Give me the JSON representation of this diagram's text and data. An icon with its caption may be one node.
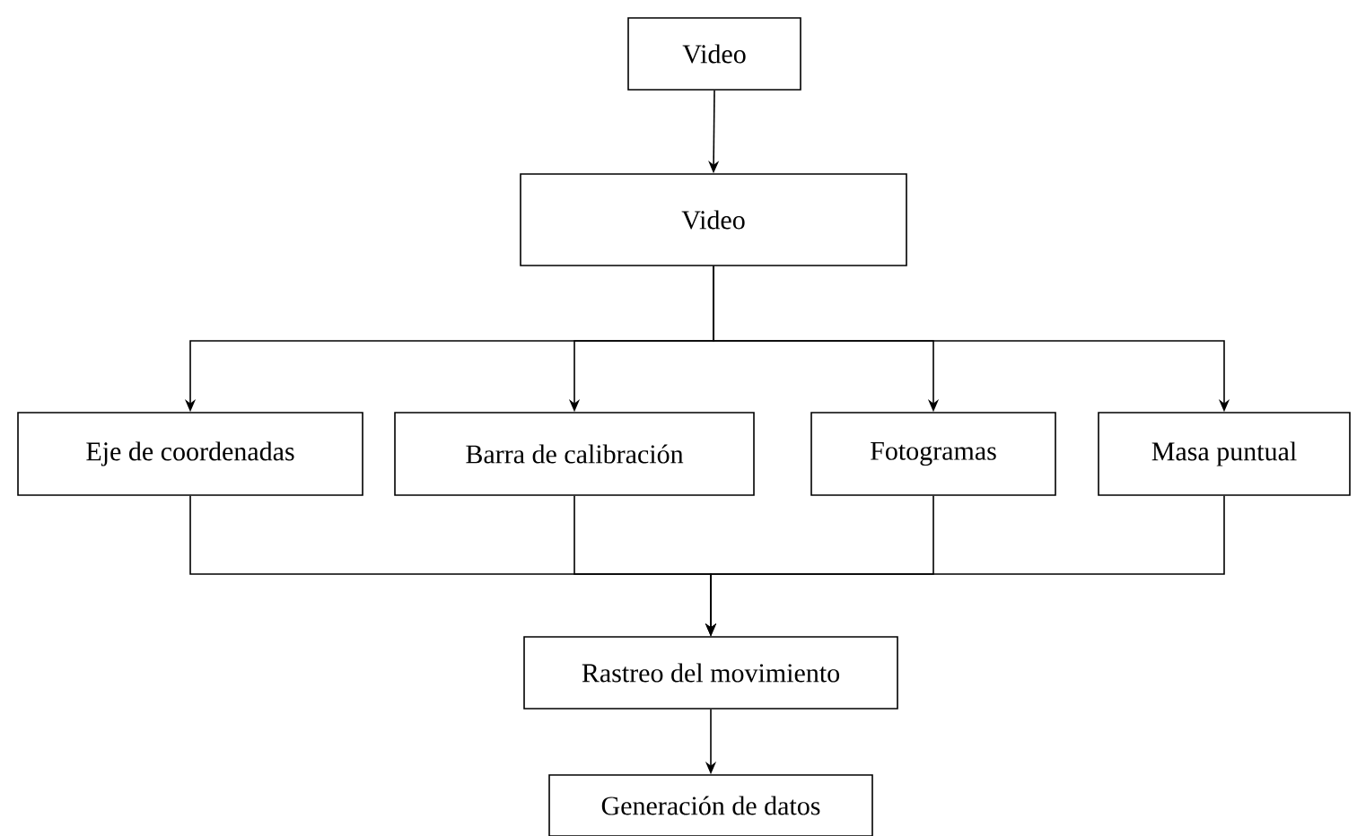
{
  "diagram": {
    "nodes": [
      {
        "text": [
          "Video"
        ]
      },
      {
        "text": [
          "Video"
        ]
      },
      {
        "text": [
          "Eje de coordenadas"
        ]
      },
      {
        "text": [
          "Barra de calibración"
        ]
      },
      {
        "text": [
          "Fotogramas"
        ]
      },
      {
        "text": [
          "Masa puntual"
        ]
      },
      {
        "text": [
          "Rastreo del movimiento"
        ]
      },
      {
        "text": [
          "Generación de datos"
        ]
      }
    ],
    "edges": [
      {
        "from": 0,
        "to": 1,
        "arrow": "to"
      },
      {
        "from": 1,
        "to": 2,
        "arrow": "to"
      },
      {
        "from": 1,
        "to": 3,
        "arrow": "to"
      },
      {
        "from": 1,
        "to": 4,
        "arrow": "to"
      },
      {
        "from": 1,
        "to": 5,
        "arrow": "to"
      },
      {
        "from": 2,
        "to": 6,
        "arrow": "to"
      },
      {
        "from": 3,
        "to": 6,
        "arrow": "to"
      },
      {
        "from": 4,
        "to": 6,
        "arrow": "to"
      },
      {
        "from": 5,
        "to": 6,
        "arrow": "to"
      },
      {
        "from": 6,
        "to": 7,
        "arrow": "to"
      }
    ]
  }
}
